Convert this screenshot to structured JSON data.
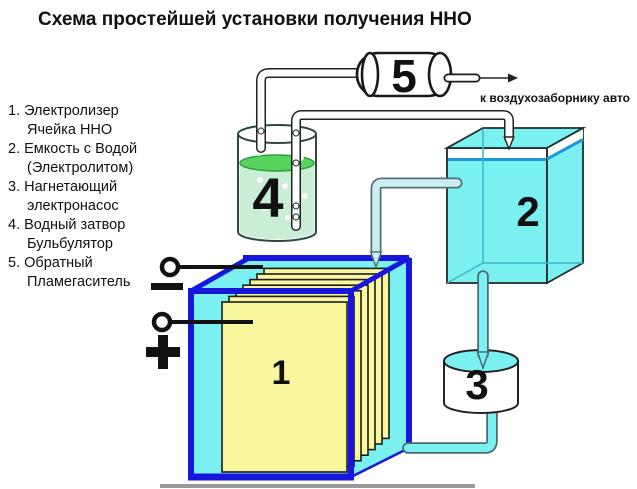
{
  "title": "Схема простейшей установки получения ННО",
  "legend": {
    "items": [
      {
        "line1": "1. Электролизер",
        "line2": "Ячейка ННО"
      },
      {
        "line1": "2. Емкость с Водой",
        "line2": "(Электролитом)"
      },
      {
        "line1": "3. Нагнетающий",
        "line2": "электронасос"
      },
      {
        "line1": "4. Водный затвор",
        "line2": "Бульбулятор"
      },
      {
        "line1": "5. Обратный",
        "line2": "Пламегаситель"
      }
    ]
  },
  "components": {
    "electrolyzer": {
      "number": "1",
      "name": "Электролизер Ячейка ННО"
    },
    "water_tank": {
      "number": "2",
      "name": "Емкость с Водой (Электролитом)"
    },
    "pump": {
      "number": "3",
      "name": "Нагнетающий электронасос"
    },
    "bubbler": {
      "number": "4",
      "name": "Водный затвор Бульбулятор"
    },
    "flame_arrestor": {
      "number": "5",
      "name": "Обратный Пламегаситель"
    }
  },
  "annotations": {
    "air_intake": "к воздухозаборнику авто",
    "plus_terminal": "+",
    "minus_terminal": "−"
  },
  "colors": {
    "water_cyan": "#7bf0f0",
    "frame_blue": "#1616dd",
    "plate_yellow": "#f9f79d",
    "liquid_green": "#c9edd5",
    "surface_green": "#57d35c",
    "water_line_blue": "#2199d6",
    "froth_tube_cyan": "#cdeff1",
    "ground_gray": "#999999"
  }
}
